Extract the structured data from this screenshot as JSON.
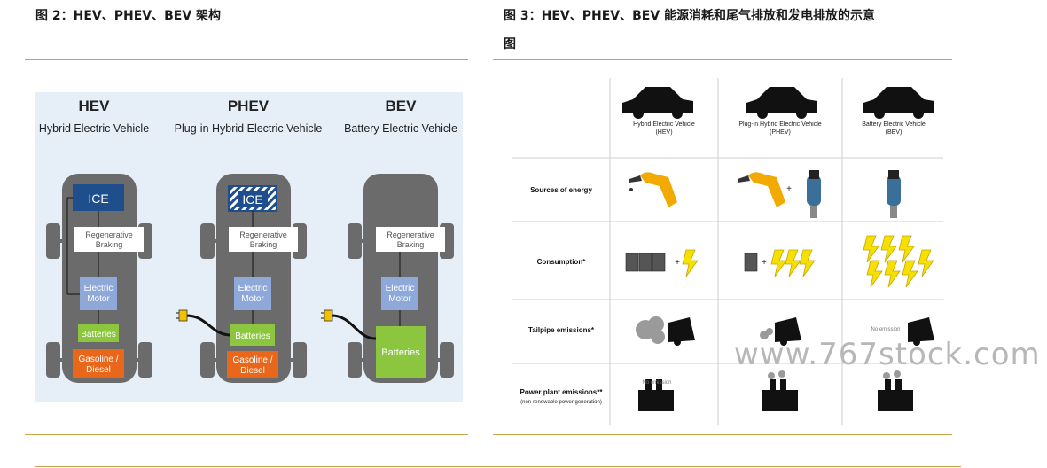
{
  "figures": {
    "left_title": "图 2：HEV、PHEV、BEV 架构",
    "right_title_line1": "图 3：HEV、PHEV、BEV 能源消耗和尾气排放和发电排放的示意",
    "right_title_line2": "图"
  },
  "architecture": {
    "vehicles": [
      {
        "abbr": "HEV",
        "full": "Hybrid Electric Vehicle"
      },
      {
        "abbr": "PHEV",
        "full": "Plug-in Hybrid Electric Vehicle"
      },
      {
        "abbr": "BEV",
        "full": "Battery Electric Vehicle"
      }
    ],
    "labels": {
      "ice": "ICE",
      "regen_line1": "Regenerative",
      "regen_line2": "Braking",
      "motor_line1": "Electric",
      "motor_line2": "Motor",
      "batteries": "Batteries",
      "fuel_line1": "Gasoline /",
      "fuel_line2": "Diesel"
    },
    "colors": {
      "ice": "#1f4e8c",
      "regen": "#ffffff",
      "motor": "#8ea9d9",
      "batteries": "#8cc63f",
      "fuel": "#e8671b",
      "body": "#6b6b6b"
    }
  },
  "emissions_table": {
    "columns": [
      {
        "line1": "Hybrid Electric Vehicle",
        "line2": "(HEV)"
      },
      {
        "line1": "Plug-in Hybrid Electric Vehicle",
        "line2": "(PHEV)"
      },
      {
        "line1": "Battery Electric Vehicle",
        "line2": "(BEV)"
      }
    ],
    "rows": {
      "sources": "Sources of energy",
      "consumption": "Consumption*",
      "tailpipe": "Tailpipe emissions*",
      "power_line1": "Power plant emissions**",
      "power_line2": "(non-renewable power generation)"
    },
    "no_emission": "No emission",
    "plus": "+"
  },
  "watermark": "www.767stock.com"
}
